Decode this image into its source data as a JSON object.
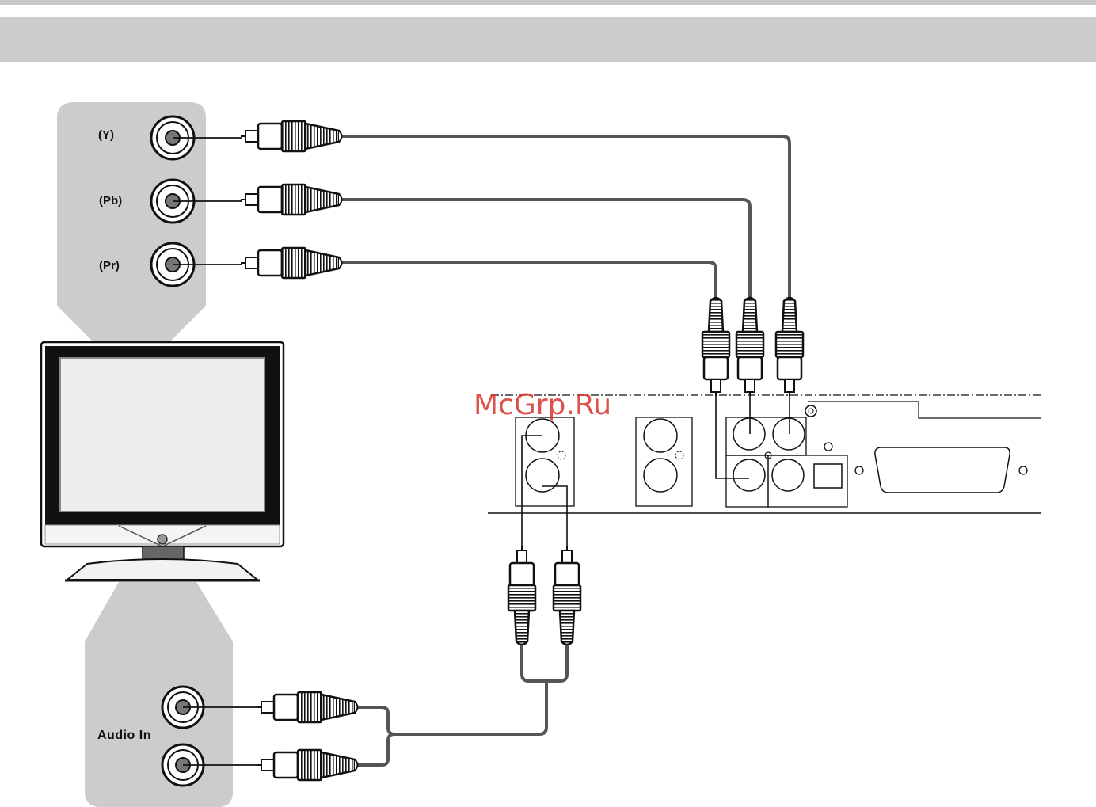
{
  "tv_video_inputs": {
    "labels": [
      "(Y)",
      "(Pb)",
      "(Pr)"
    ]
  },
  "tv_audio_inputs": {
    "label": "Audio In"
  },
  "watermark": {
    "text": "McGrp.Ru",
    "color": "#d8322a"
  },
  "colors": {
    "panel": "#cccccc",
    "cable": "#555555",
    "outline": "#111111"
  }
}
